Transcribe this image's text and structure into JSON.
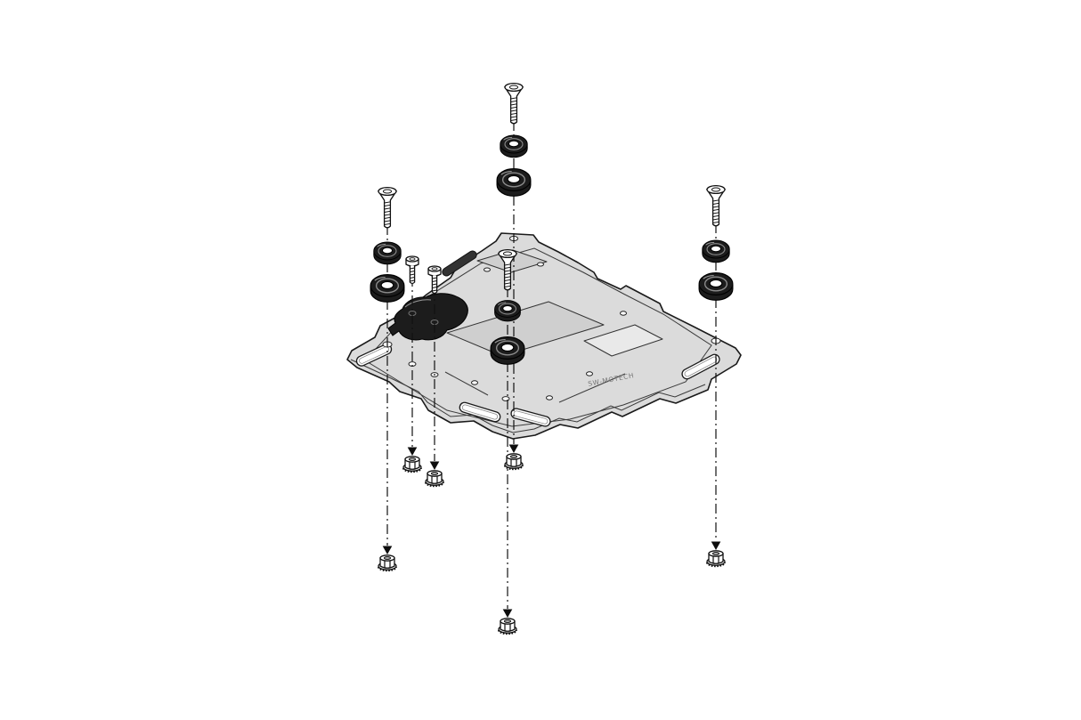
{
  "diagram": {
    "type": "exploded-assembly",
    "subject": "motorcycle-luggage-rack-mounting-kit",
    "brand_label": "SW-MOTECH",
    "line_style": "dash-dot-center-lines",
    "colors": {
      "background": "#ffffff",
      "line": "#1a1a1a",
      "rack_fill": "#dbdbdb",
      "recess_fill": "#cfcfcf",
      "rubber": "#1c1c1c",
      "label_text": "#777777"
    },
    "parts": [
      {
        "name": "countersunk-screw",
        "qty": 4
      },
      {
        "name": "pan-head-screw",
        "qty": 2
      },
      {
        "name": "rubber-damper",
        "qty": 8
      },
      {
        "name": "hex-flange-nut",
        "qty": 6
      },
      {
        "name": "quick-lock-adapter-plate",
        "qty": 1
      },
      {
        "name": "luggage-rack-plate",
        "qty": 1
      }
    ]
  }
}
